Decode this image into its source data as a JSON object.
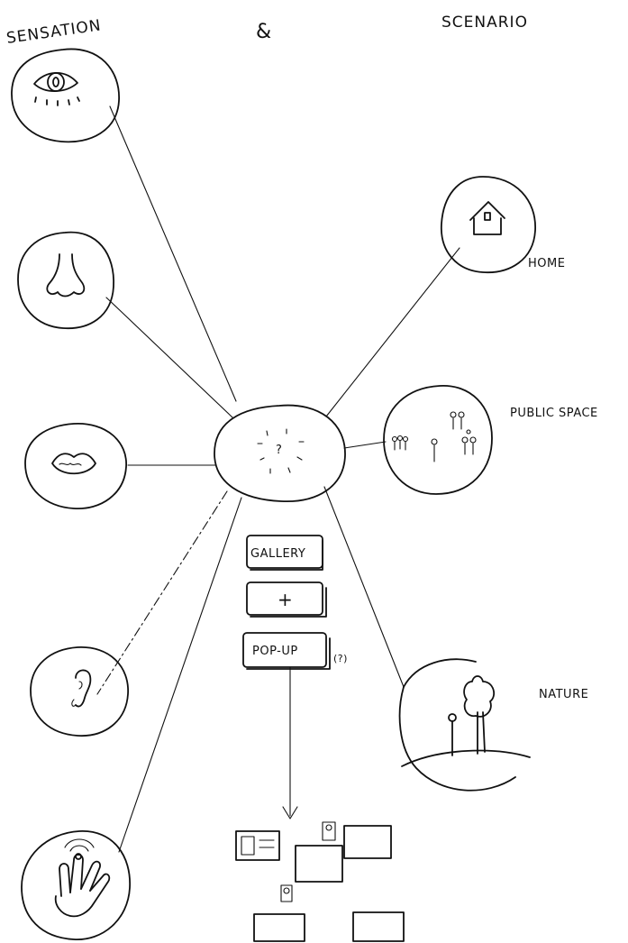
{
  "headings": {
    "left": "SENSATION",
    "middle": "&",
    "right": "SCENARIO"
  },
  "center": {
    "mark": "?"
  },
  "sensations": [
    {
      "icon": "eye-icon"
    },
    {
      "icon": "nose-icon"
    },
    {
      "icon": "mouth-icon"
    },
    {
      "icon": "ear-icon"
    },
    {
      "icon": "touch-hand-icon"
    }
  ],
  "scenarios": [
    {
      "icon": "house-icon",
      "label": "HOME"
    },
    {
      "icon": "people-icon",
      "label": "PUBLIC SPACE"
    },
    {
      "icon": "tree-icon",
      "label": "NATURE"
    }
  ],
  "stack": {
    "box1": "GALLERY",
    "box2": "+",
    "box3": "POP-UP",
    "note": "(?)"
  }
}
